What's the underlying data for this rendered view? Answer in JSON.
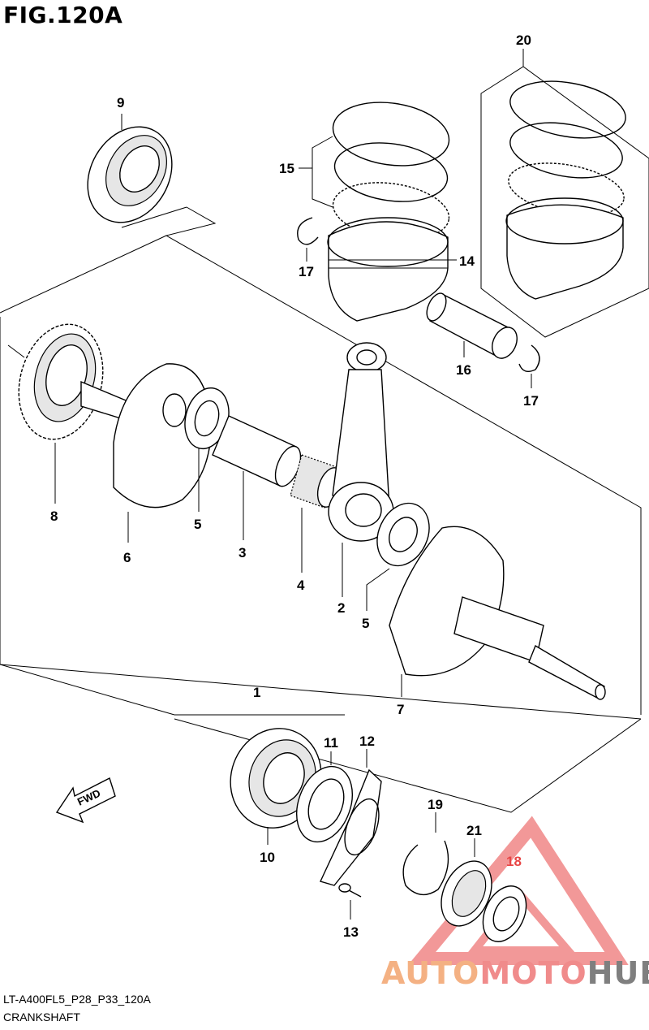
{
  "figure": {
    "title": "FIG.120A",
    "model_code": "LT-A400FL5_P28_P33_120A",
    "section_name": "CRANKSHAFT",
    "direction_label": "FWD"
  },
  "watermark": {
    "part1": "AUTO",
    "part2": "MOTO",
    "part3": "HUB"
  },
  "callouts": [
    {
      "id": "c1",
      "label": "1"
    },
    {
      "id": "c2",
      "label": "2"
    },
    {
      "id": "c3",
      "label": "3"
    },
    {
      "id": "c4",
      "label": "4"
    },
    {
      "id": "c5a",
      "label": "5"
    },
    {
      "id": "c5b",
      "label": "5"
    },
    {
      "id": "c6",
      "label": "6"
    },
    {
      "id": "c7",
      "label": "7"
    },
    {
      "id": "c8",
      "label": "8"
    },
    {
      "id": "c9",
      "label": "9"
    },
    {
      "id": "c10",
      "label": "10"
    },
    {
      "id": "c11",
      "label": "11"
    },
    {
      "id": "c12",
      "label": "12"
    },
    {
      "id": "c13",
      "label": "13"
    },
    {
      "id": "c14",
      "label": "14"
    },
    {
      "id": "c15",
      "label": "15"
    },
    {
      "id": "c16",
      "label": "16"
    },
    {
      "id": "c17a",
      "label": "17"
    },
    {
      "id": "c17b",
      "label": "17"
    },
    {
      "id": "c18",
      "label": "18"
    },
    {
      "id": "c19",
      "label": "19"
    },
    {
      "id": "c20",
      "label": "20"
    },
    {
      "id": "c21",
      "label": "21"
    }
  ],
  "colors": {
    "line": "#000000",
    "watermark_triangle": "#e84545",
    "watermark_auto": "#f4b183",
    "watermark_moto": "#f08b8b",
    "watermark_hub": "#7f7f7f"
  }
}
